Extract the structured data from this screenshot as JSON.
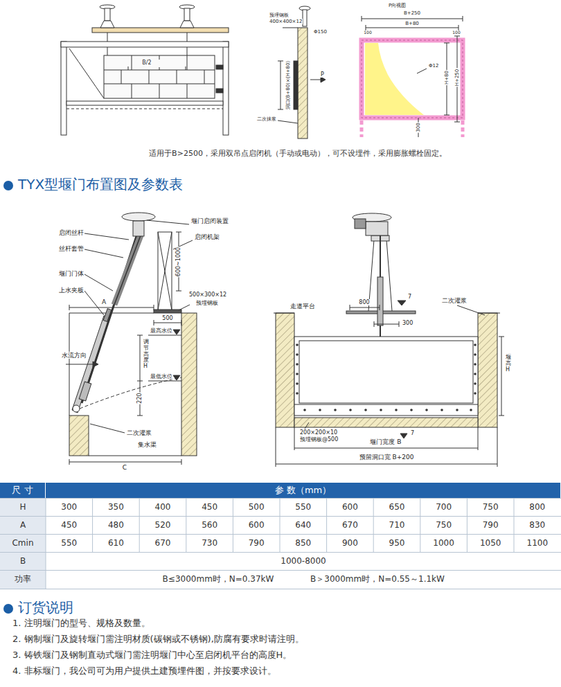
{
  "diagram": {
    "title": "TYX型堰门布置图及参数表",
    "caption": "适用于B>2500，采用双吊点启闭机（手动或电动），可不设埋件，采用膨胀螺栓固定。",
    "nodes": [
      {
        "text": [
          "尺 寸"
        ]
      },
      {
        "text": [
          "参 数（mm）"
        ]
      }
    ],
    "labels": [
      "B/2",
      "预埋钢板",
      "400×400×12",
      "Φ150",
      "洞口(B+80)×(H+80)",
      "P",
      "二次抹浆",
      "P向视图",
      "B+250",
      "B+80",
      "100",
      "100",
      "Φ12",
      "H+80",
      "H+250",
      "300",
      "启闭丝杆",
      "丝杆套管",
      "堰门门体",
      "上水夹板",
      "A",
      "水流方向",
      "堰门启闭装置",
      "启闭机架",
      "600~1000",
      "500×300×12",
      "预埋钢板",
      "500",
      "最高水位",
      "调节高度H",
      "最低水位",
      "220",
      "二次灌浆",
      "集水渠",
      "C",
      "走道平台",
      "800",
      "7",
      "二次灌浆",
      "300",
      "堰高H",
      "7",
      "200×200×10",
      "预埋钢板@500",
      "堰门宽度 B",
      "预留洞口宽 B+200",
      "H",
      "300",
      "350",
      "400",
      "450",
      "500",
      "550",
      "600",
      "650",
      "700",
      "750",
      "800",
      "A",
      "450",
      "480",
      "520",
      "560",
      "600",
      "640",
      "670",
      "710",
      "750",
      "790",
      "830",
      "Cmin",
      "550",
      "610",
      "670",
      "730",
      "790",
      "850",
      "900",
      "950",
      "1000",
      "1050",
      "1100",
      "B",
      "1000-8000",
      "功率",
      "B≤3000mm时，N=0.37kW",
      "B＞3000mm时，N=0.55～1.1kW",
      "订货说明",
      "1. 注明堰门的型号、规格及数量。",
      "2. 钢制堰门及旋转堰门需注明材质(碳钢或不锈钢),防腐有要求时请注明。",
      "3. 铸铁堰门及钢制直动式堰门需注明堰门中心至启闭机平台的高度H。",
      "4. 非标堰门，我公司可为用户提供土建预埋件图，并按要求设计。"
    ]
  }
}
